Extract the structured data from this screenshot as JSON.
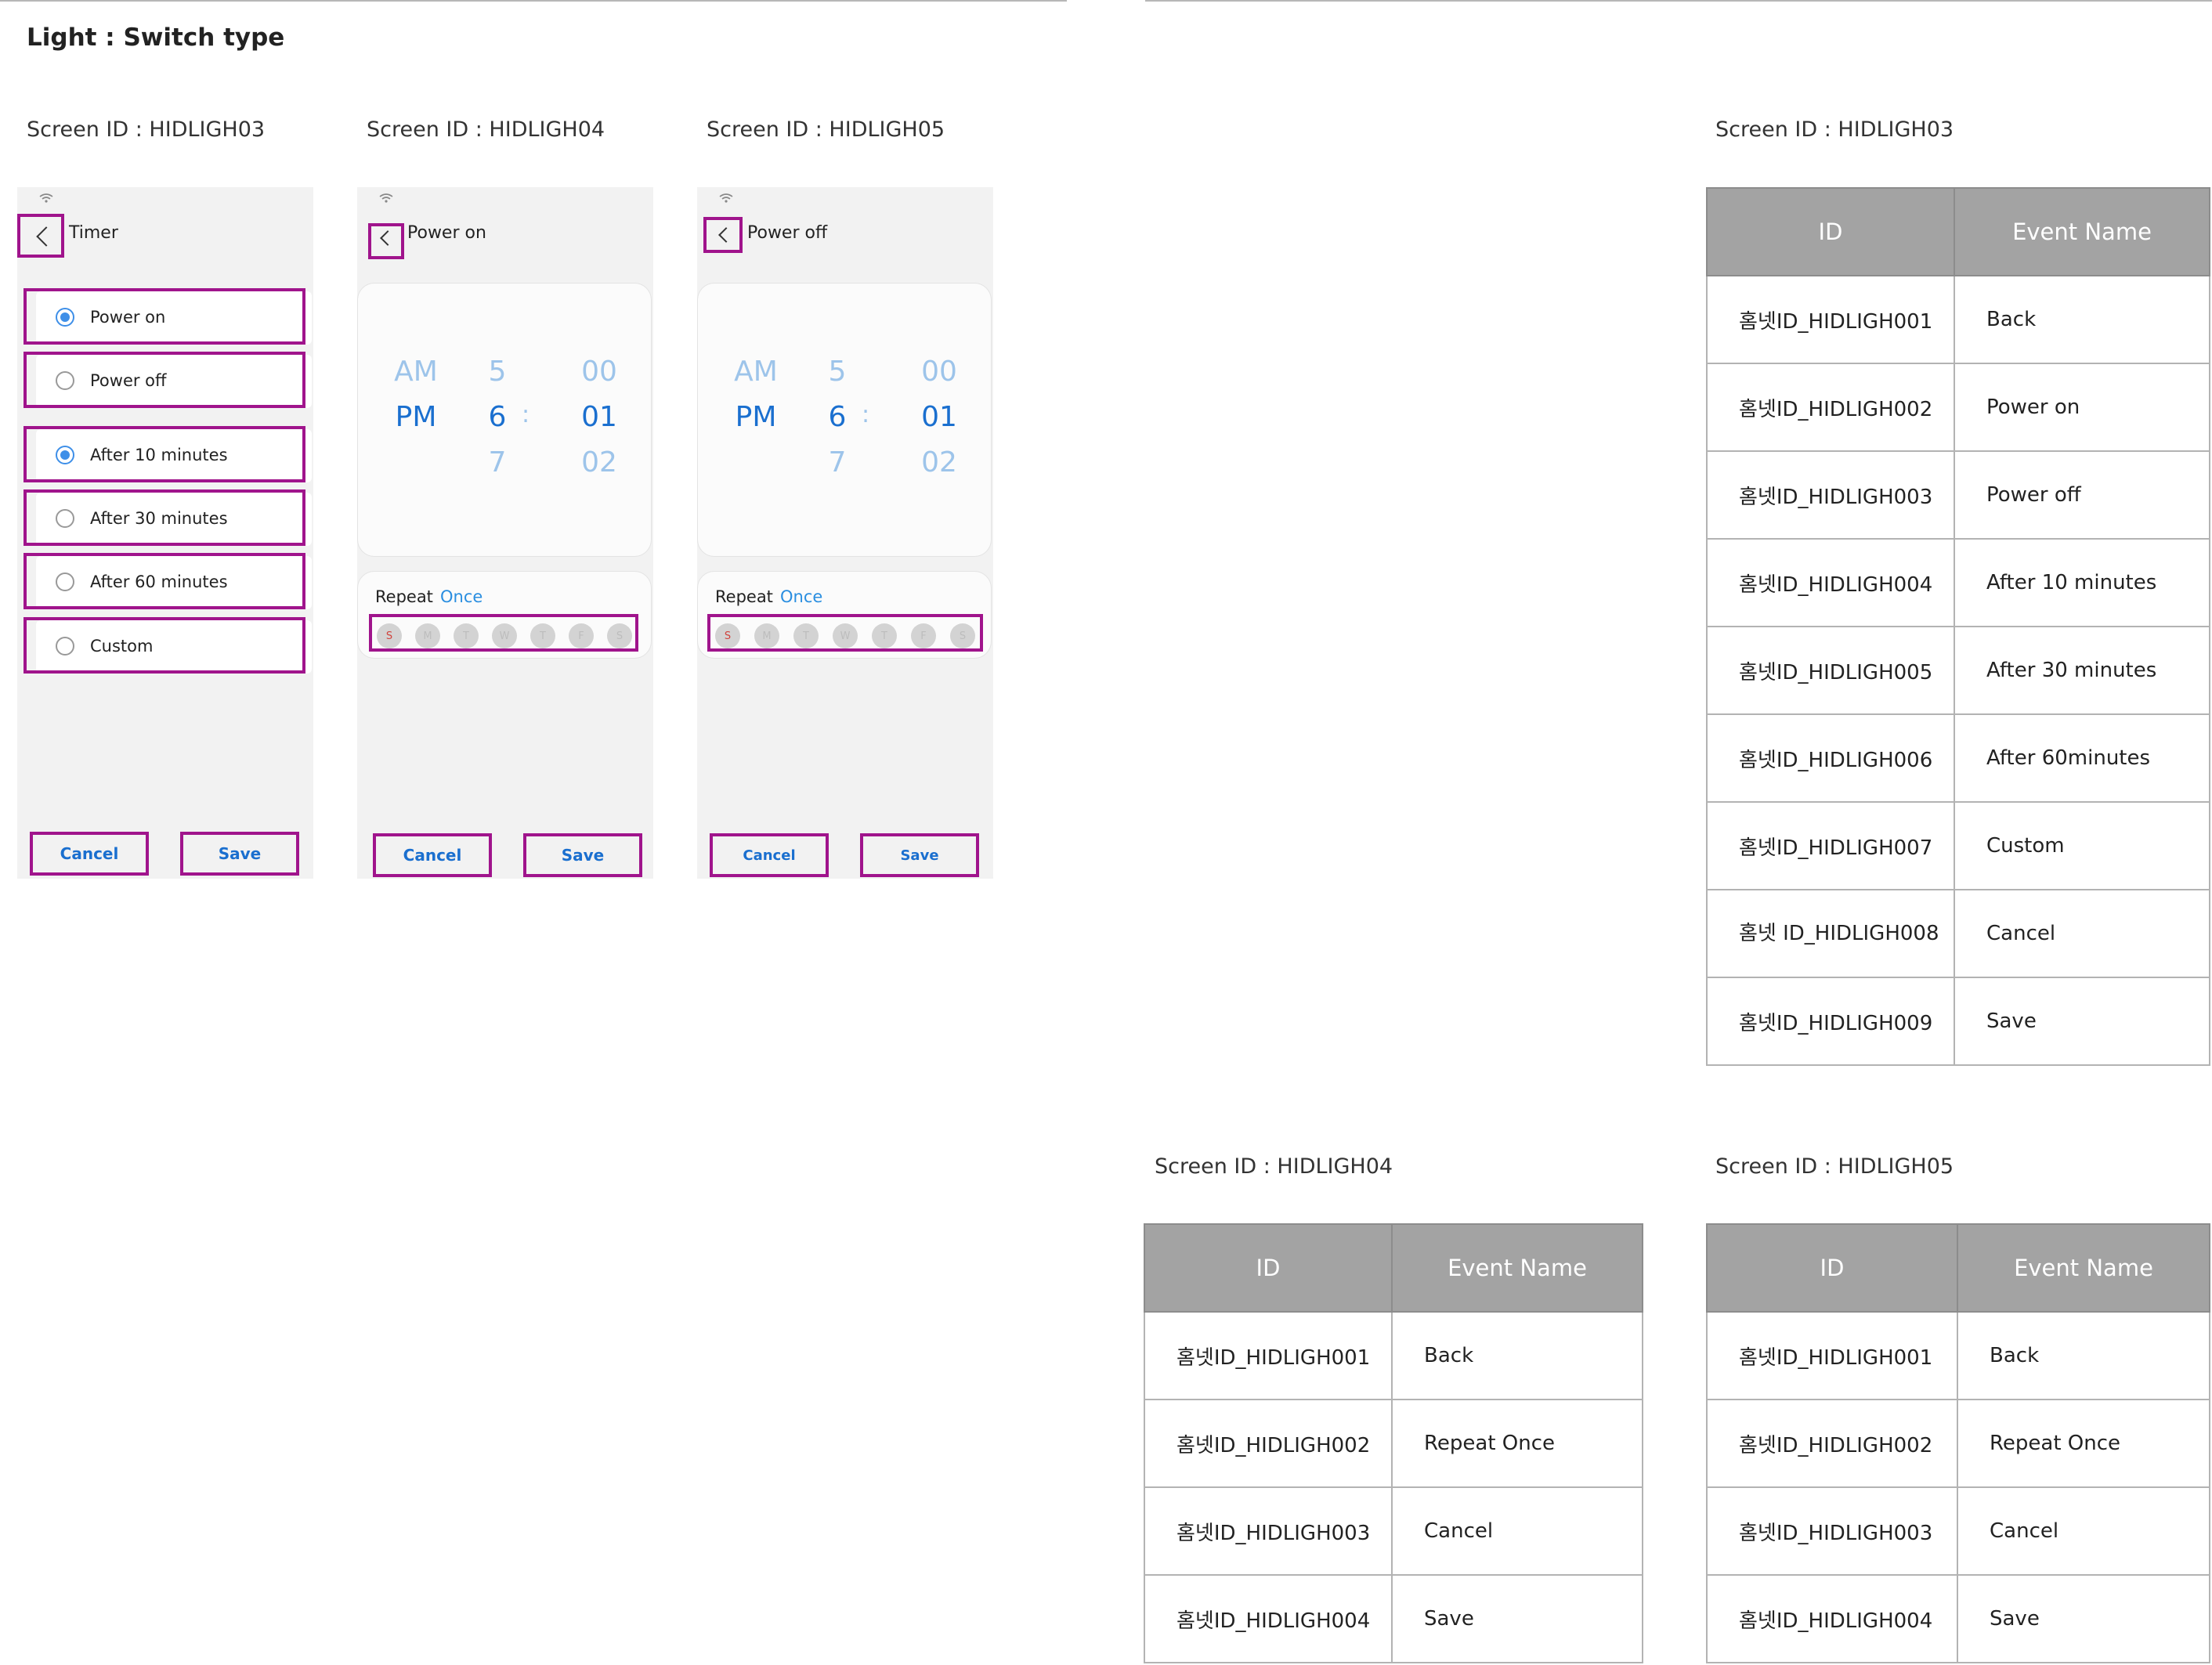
{
  "page_title": "Light : Switch type",
  "screen_labels": {
    "s1": "Screen ID : HIDLIGH03",
    "s2": "Screen ID : HIDLIGH04",
    "s3": "Screen ID : HIDLIGH05",
    "t1": "Screen ID : HIDLIGH03",
    "t2": "Screen ID : HIDLIGH04",
    "t3": "Screen ID : HIDLIGH05"
  },
  "phone1": {
    "title": "Timer",
    "options": [
      {
        "label": "Power on",
        "selected": true
      },
      {
        "label": "Power off",
        "selected": false
      },
      {
        "label": "After 10 minutes",
        "selected": true
      },
      {
        "label": "After 30 minutes",
        "selected": false
      },
      {
        "label": "After 60 minutes",
        "selected": false
      },
      {
        "label": "Custom",
        "selected": false
      }
    ],
    "cancel": "Cancel",
    "save": "Save"
  },
  "phone2": {
    "title": "Power on",
    "picker": {
      "ampm_above": "AM",
      "ampm": "PM",
      "hour_above": "5",
      "hour": "6",
      "hour_below": "7",
      "separator": ":",
      "min_above": "00",
      "min": "01",
      "min_below": "02"
    },
    "repeat_label": "Repeat",
    "repeat_value": "Once",
    "days": [
      "S",
      "M",
      "T",
      "W",
      "T",
      "F",
      "S"
    ],
    "cancel": "Cancel",
    "save": "Save"
  },
  "phone3": {
    "title": "Power off",
    "picker": {
      "ampm_above": "AM",
      "ampm": "PM",
      "hour_above": "5",
      "hour": "6",
      "hour_below": "7",
      "separator": ":",
      "min_above": "00",
      "min": "01",
      "min_below": "02"
    },
    "repeat_label": "Repeat",
    "repeat_value": "Once",
    "days": [
      "S",
      "M",
      "T",
      "W",
      "T",
      "F",
      "S"
    ],
    "cancel": "Cancel",
    "save": "Save"
  },
  "table_headers": {
    "id": "ID",
    "event": "Event Name"
  },
  "table1": [
    {
      "id": "홈넷ID_HIDLIGH001",
      "event": "Back"
    },
    {
      "id": "홈넷ID_HIDLIGH002",
      "event": "Power on"
    },
    {
      "id": "홈넷ID_HIDLIGH003",
      "event": "Power off"
    },
    {
      "id": "홈넷ID_HIDLIGH004",
      "event": "After 10 minutes"
    },
    {
      "id": "홈넷ID_HIDLIGH005",
      "event": "After 30 minutes"
    },
    {
      "id": "홈넷ID_HIDLIGH006",
      "event": "After 60minutes"
    },
    {
      "id": "홈넷ID_HIDLIGH007",
      "event": "Custom"
    },
    {
      "id": "홈넷 ID_HIDLIGH008",
      "event": "Cancel"
    },
    {
      "id": "홈넷ID_HIDLIGH009",
      "event": "Save"
    }
  ],
  "table2": [
    {
      "id": "홈넷ID_HIDLIGH001",
      "event": "Back"
    },
    {
      "id": "홈넷ID_HIDLIGH002",
      "event": "Repeat Once"
    },
    {
      "id": "홈넷ID_HIDLIGH003",
      "event": "Cancel"
    },
    {
      "id": "홈넷ID_HIDLIGH004",
      "event": "Save"
    }
  ],
  "table3": [
    {
      "id": "홈넷ID_HIDLIGH001",
      "event": "Back"
    },
    {
      "id": "홈넷ID_HIDLIGH002",
      "event": "Repeat Once"
    },
    {
      "id": "홈넷ID_HIDLIGH003",
      "event": "Cancel"
    },
    {
      "id": "홈넷ID_HIDLIGH004",
      "event": "Save"
    }
  ]
}
